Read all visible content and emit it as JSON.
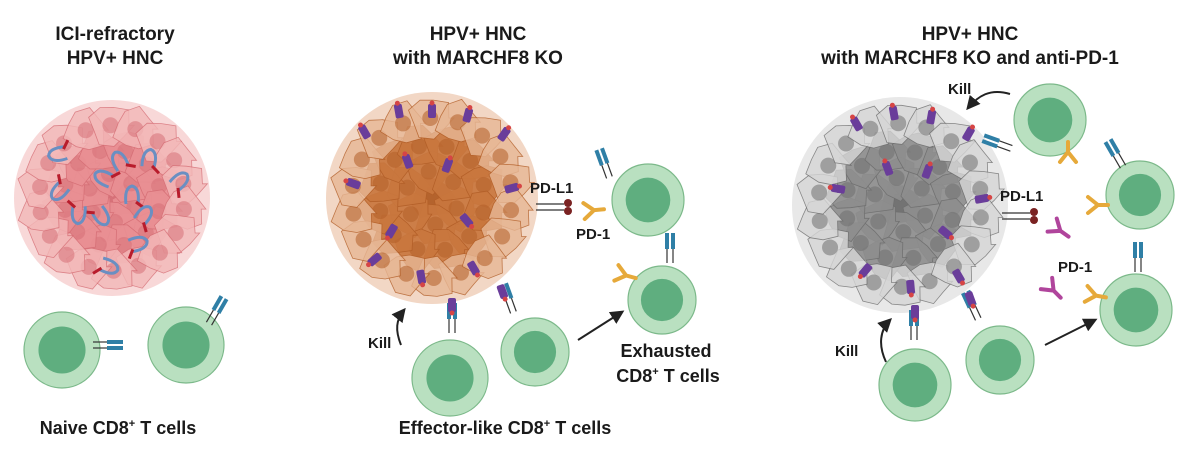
{
  "panels": [
    {
      "title_lines": [
        "ICI-refractory",
        "HPV+ HNC"
      ],
      "caption": "Naive CD8",
      "caption_sup": "+",
      "caption_tail": " T cells",
      "tumor_colors": {
        "outer": "#f3b8b8",
        "mid": "#e98f93",
        "inner": "#d66f76"
      }
    },
    {
      "title_lines": [
        "HPV+ HNC",
        "with MARCHF8 KO"
      ],
      "caption": "Effector-like CD8",
      "caption_sup": "+",
      "caption_tail": " T cells",
      "kill_label": "Kill",
      "pdl1_label": "PD-L1",
      "pd1_label": "PD-1",
      "exhausted_line1": "Exhausted",
      "exhausted_line2": "CD8",
      "exhausted_sup": "+",
      "exhausted_tail": " T cells",
      "tumor_colors": {
        "outer": "#e7b795",
        "mid": "#c9773e",
        "inner": "#b35f28"
      }
    },
    {
      "title_lines": [
        "HPV+ HNC",
        "with MARCHF8 KO and anti-PD-1"
      ],
      "kill_label_top": "Kill",
      "kill_label_bottom": "Kill",
      "pdl1_label": "PD-L1",
      "pd1_label": "PD-1",
      "tumor_colors": {
        "outer": "#d6d6d6",
        "mid": "#8e8e8e",
        "inner": "#6f6f6f"
      }
    }
  ],
  "colors": {
    "tcell_outer": "#b9e0c0",
    "tcell_outer_stroke": "#7cb98a",
    "tcell_nucleus": "#5fae7f",
    "tcr": "#2f7fa6",
    "pd1": "#e6a93a",
    "pdl1": "#7a2222",
    "mhc": "#6a3d9a",
    "antibody": "#b0459c",
    "arrow": "#222222"
  }
}
